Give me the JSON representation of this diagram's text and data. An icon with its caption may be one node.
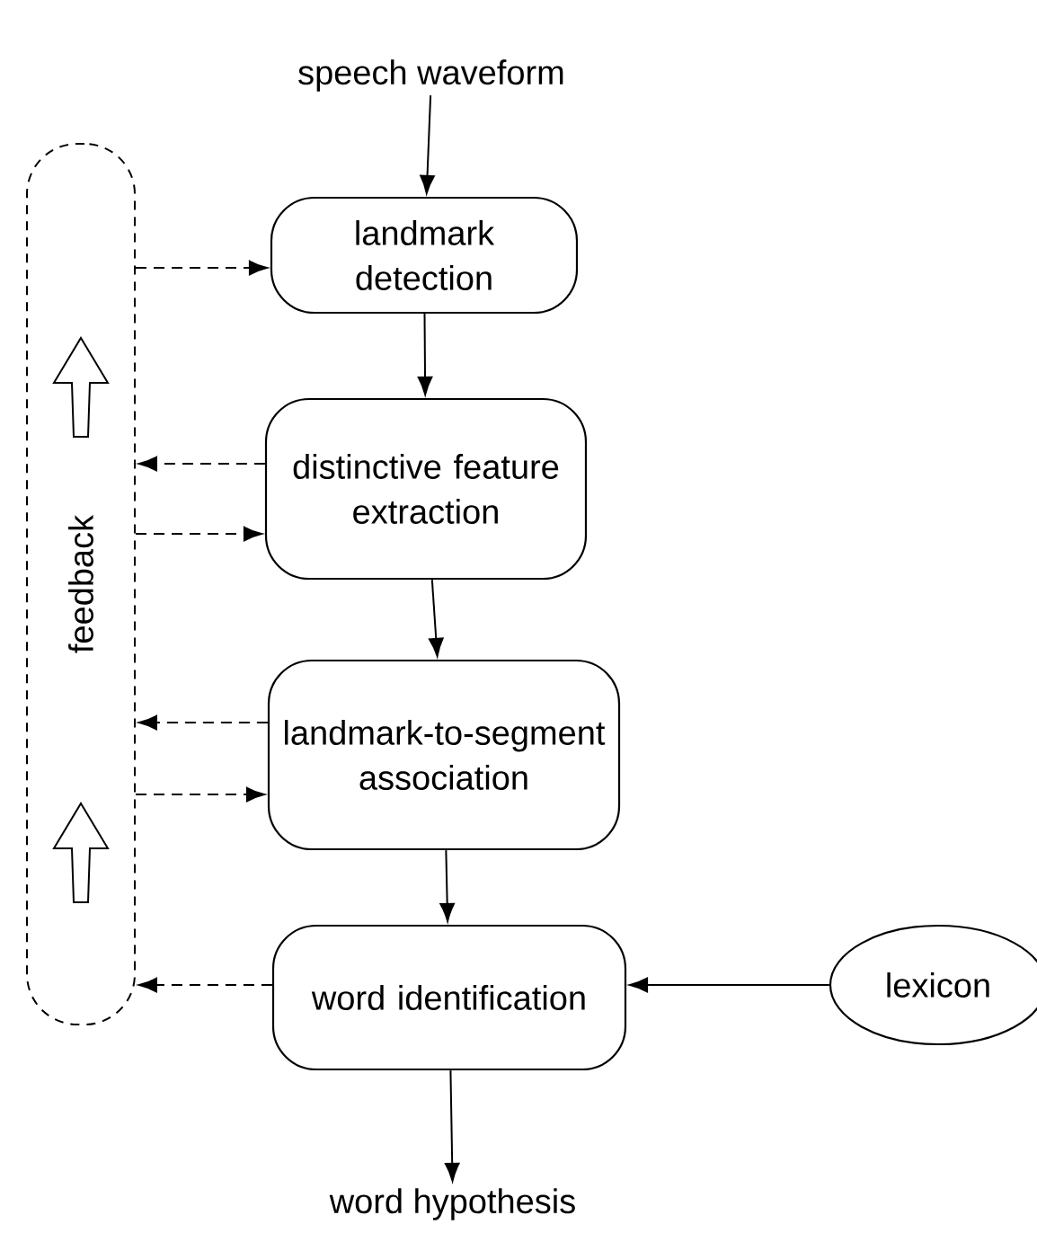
{
  "diagram": {
    "nodes": [
      {
        "text": [
          "speech waveform"
        ]
      },
      {
        "text": [
          "landmark detection"
        ]
      },
      {
        "text": [
          "distinctive feature extraction"
        ]
      },
      {
        "text": [
          "landmark-to-segment association"
        ]
      },
      {
        "text": [
          "word identification"
        ]
      },
      {
        "text": [
          "lexicon"
        ]
      },
      {
        "text": [
          "word hypothesis"
        ]
      },
      {
        "text": [
          "feedback"
        ]
      }
    ],
    "edges": [
      {
        "from": 0,
        "to": 1,
        "arrow": "to"
      },
      {
        "from": 1,
        "to": 2,
        "arrow": "to"
      },
      {
        "from": 2,
        "to": 3,
        "arrow": "to"
      },
      {
        "from": 3,
        "to": 4,
        "arrow": "to"
      },
      {
        "from": 5,
        "to": 4,
        "arrow": "to"
      },
      {
        "from": 4,
        "to": 6,
        "arrow": "to"
      },
      {
        "from": 7,
        "to": 1,
        "arrow": "to",
        "style": "dashed"
      },
      {
        "from": 2,
        "to": 7,
        "arrow": "to",
        "style": "dashed"
      },
      {
        "from": 7,
        "to": 2,
        "arrow": "to",
        "style": "dashed"
      },
      {
        "from": 3,
        "to": 7,
        "arrow": "to",
        "style": "dashed"
      },
      {
        "from": 7,
        "to": 3,
        "arrow": "to",
        "style": "dashed"
      },
      {
        "from": 4,
        "to": 7,
        "arrow": "to",
        "style": "dashed"
      }
    ]
  }
}
